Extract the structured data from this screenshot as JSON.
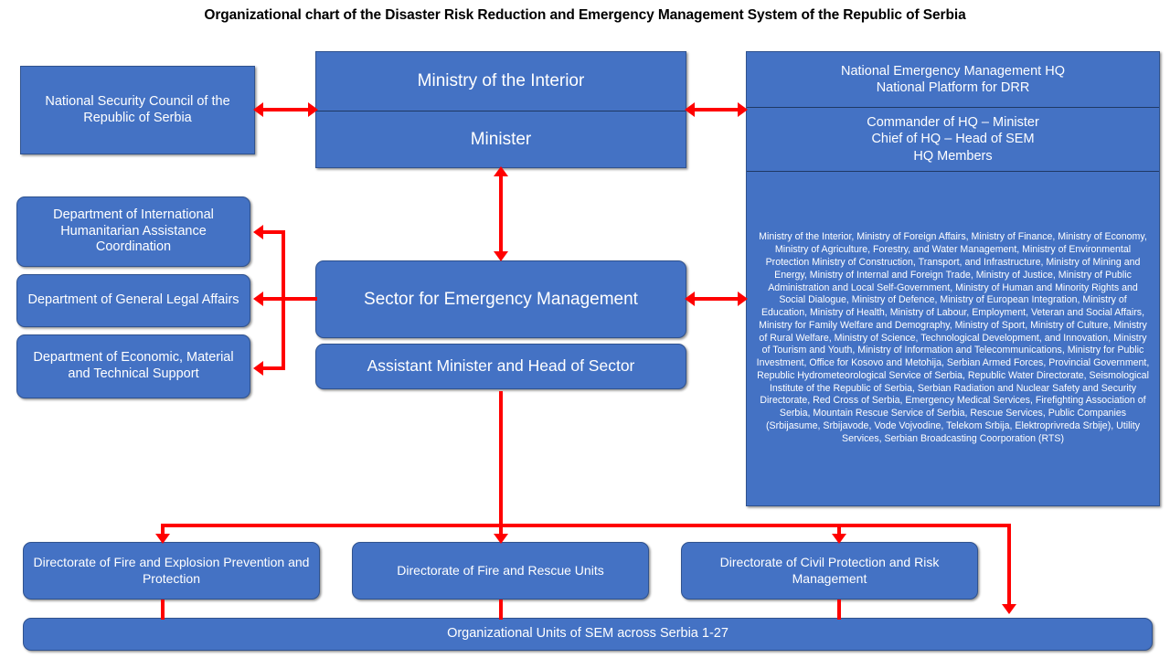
{
  "title": "Organizational chart of the Disaster Risk Reduction and Emergency Management System of the Republic of Serbia",
  "nodes": {
    "national_security_council": "National Security Council of the Republic of Serbia",
    "ministry_interior": "Ministry of the Interior",
    "minister": "Minister",
    "hq_title": "National Emergency Management HQ\nNational Platform for DRR",
    "hq_roles": "Commander of HQ – Minister\nChief of HQ – Head of SEM\nHQ Members",
    "hq_members": "Ministry of the Interior, Ministry of Foreign Affairs, Ministry of Finance, Ministry of Economy, Ministry of Agriculture, Forestry, and Water Management, Ministry of Environmental Protection Ministry of Construction, Transport, and Infrastructure, Ministry of Mining and Energy, Ministry of Internal and Foreign Trade, Ministry of Justice, Ministry of Public Administration and Local Self-Government, Ministry of Human and Minority Rights and Social Dialogue, Ministry of Defence, Ministry of European Integration, Ministry of Education, Ministry of Health, Ministry of Labour, Employment, Veteran and Social Affairs, Ministry for Family Welfare and Demography, Ministry of Sport, Ministry of Culture, Ministry of Rural Welfare, Ministry of Science, Technological Development, and Innovation, Ministry of Tourism and Youth, Ministry of Information and Telecommunications, Ministry for Public Investment, Office for Kosovo and Metohija, Serbian Armed Forces, Provincial Government, Republic Hydrometeorological Service of Serbia, Republic Water Directorate, Seismological Institute of the Republic of Serbia, Serbian Radiation and Nuclear Safety and Security Directorate, Red Cross of Serbia, Emergency Medical Services, Firefighting Association of Serbia, Mountain Rescue Service of Serbia, Rescue Services, Public Companies (Srbijasume, Srbijavode, Vode Vojvodine, Telekom Srbija, Elektroprivreda Srbije), Utility Services, Serbian Broadcasting Coorporation (RTS)",
    "dept_international": "Department of International Humanitarian Assistance Coordination",
    "dept_legal": "Department of General Legal Affairs",
    "dept_economic": "Department of Economic, Material and Technical Support",
    "sector_emergency": "Sector for Emergency Management",
    "assistant_minister": "Assistant Minister and Head of Sector",
    "directorate_fire_explosion": "Directorate of Fire and Explosion Prevention and Protection",
    "directorate_fire_rescue": "Directorate of Fire and Rescue Units",
    "directorate_civil_protection": "Directorate of Civil Protection and Risk Management",
    "organizational_units": "Organizational Units of SEM across Serbia 1-27"
  },
  "colors": {
    "box_fill": "#4472C4",
    "box_border": "#2F528F",
    "connector": "#FF0000",
    "text": "#FFFFFF",
    "title_text": "#000000",
    "background": "#FFFFFF"
  }
}
